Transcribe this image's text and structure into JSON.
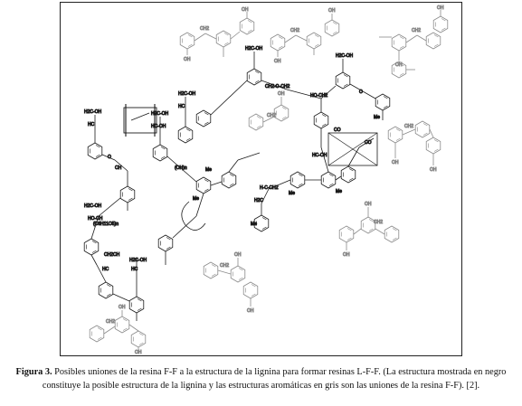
{
  "figure": {
    "caption_label": "Figura 3.",
    "caption_text": " Posibles uniones de la resina F-F a la estructura de la lignina para formar resinas L-F-F. (La estructura mostrada en negro constituye la posible estructura de la  lignina y las estructuras aromáticas en gris son las uniones de la resina F-F). [2]."
  },
  "molecule_labels": {
    "oh": "OH",
    "ch2": "CH2",
    "ch2oh": "H2C-OH",
    "hc": "HC",
    "ch": "CH",
    "me": "Me",
    "o": "O",
    "co": "CO",
    "hcoh": "HC-OH",
    "hoch2": "HO-CH2",
    "hcch2": "H-C-CH2",
    "h2c": "H2C",
    "ch2ch": "CH2CH",
    "c6h11": "(C6H11O5)n",
    "oh3": "(OH)n",
    "hoch": "HO-CH",
    "ch2o": "CH2-O-CH2"
  },
  "colors": {
    "lignin": "#1a1a1a",
    "resin": "#8a8a8a",
    "frame": "#222222"
  }
}
